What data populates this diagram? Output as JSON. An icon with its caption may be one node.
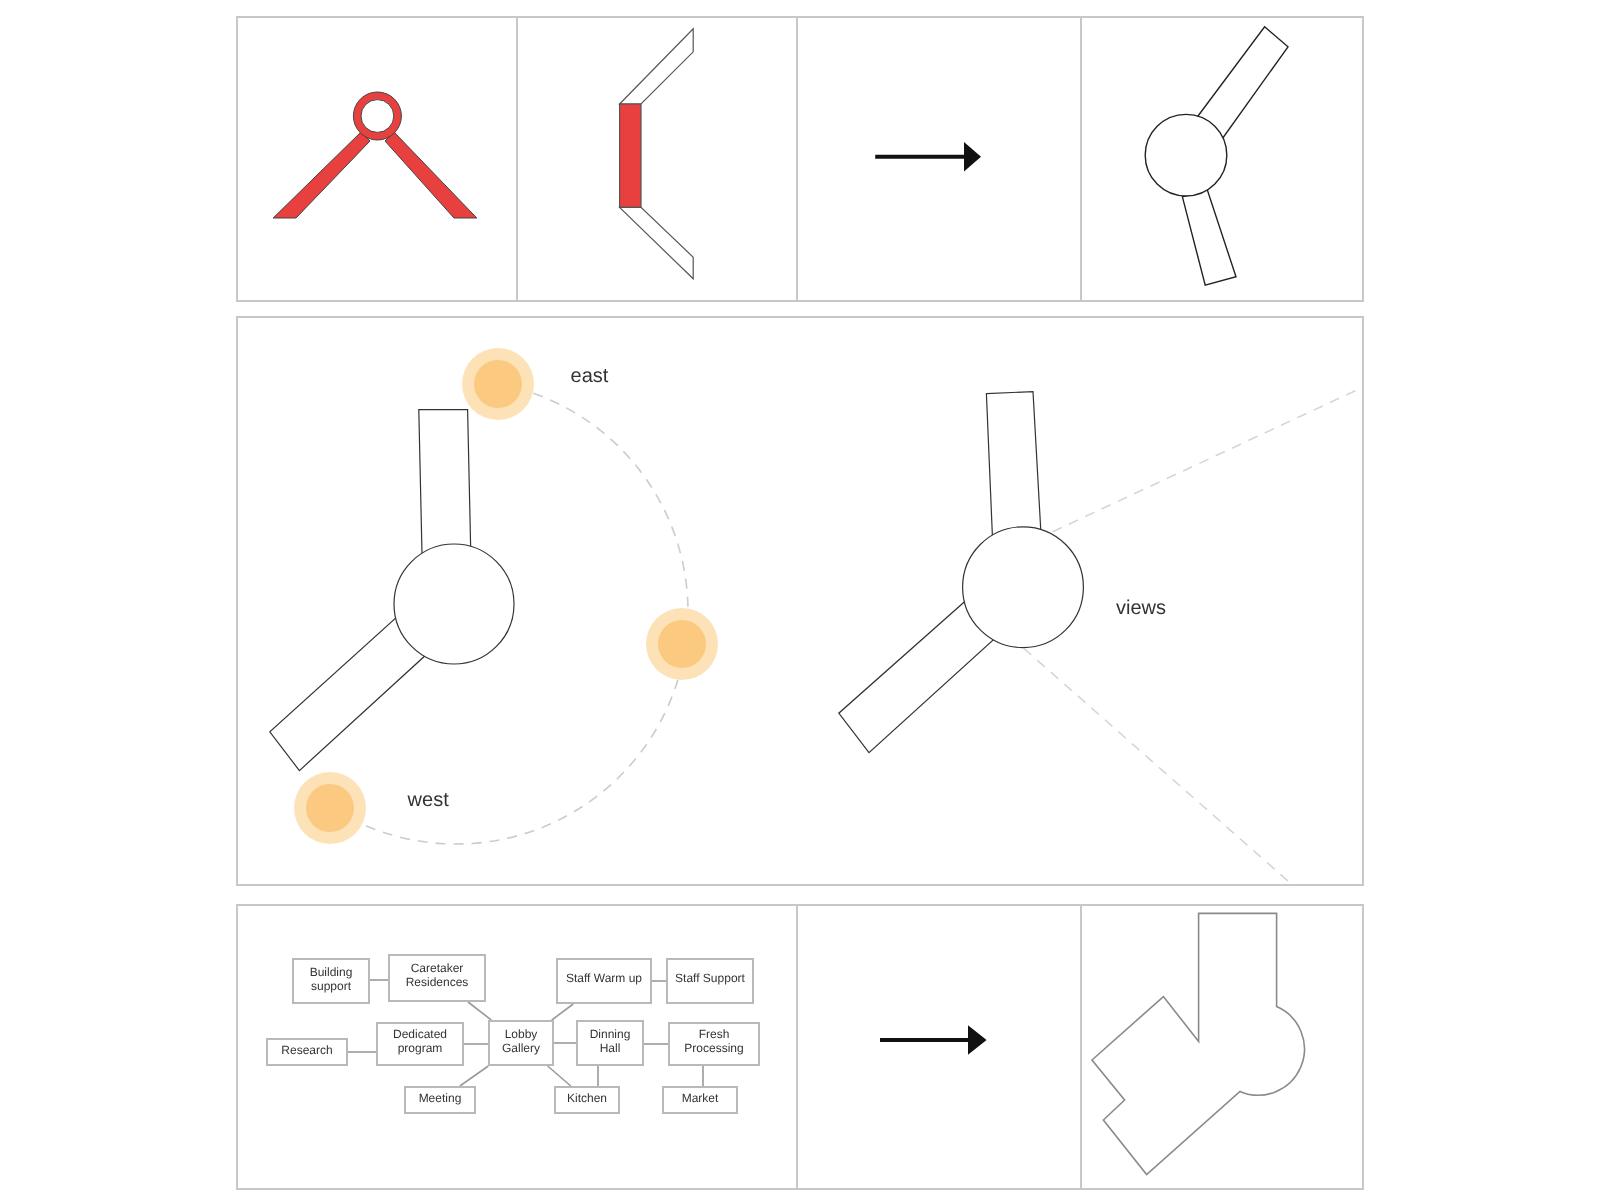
{
  "diagram": {
    "nodes": [
      {
        "text": [],
        "shape": "circle",
        "beside": [
          "east"
        ]
      },
      {
        "text": [],
        "shape": "circle"
      },
      {
        "text": [],
        "shape": "circle",
        "beside": [
          "west"
        ]
      },
      {
        "text": [
          "Building support"
        ]
      },
      {
        "text": [
          "Caretaker Residences"
        ]
      },
      {
        "text": [
          "Staff Warm up"
        ]
      },
      {
        "text": [
          "Staff Support"
        ]
      },
      {
        "text": [
          "Research"
        ]
      },
      {
        "text": [
          "Dedicated program"
        ]
      },
      {
        "text": [
          "Lobby Gallery"
        ]
      },
      {
        "text": [
          "Dinning Hall"
        ]
      },
      {
        "text": [
          "Fresh Processing"
        ]
      },
      {
        "text": [
          "Meeting"
        ]
      },
      {
        "text": [
          "Kitchen"
        ]
      },
      {
        "text": [
          "Market"
        ]
      }
    ],
    "edges": [
      {
        "from": 0,
        "to": 1,
        "arrow": "none",
        "style": "dashed",
        "color": "#cccccc"
      },
      {
        "from": 1,
        "to": 2,
        "arrow": "none",
        "style": "dashed",
        "color": "#cccccc"
      },
      {
        "from": 3,
        "to": 4,
        "arrow": "none"
      },
      {
        "from": 4,
        "to": 9,
        "arrow": "none"
      },
      {
        "from": 5,
        "to": 9,
        "arrow": "none"
      },
      {
        "from": 5,
        "to": 6,
        "arrow": "none"
      },
      {
        "from": 7,
        "to": 8,
        "arrow": "none"
      },
      {
        "from": 8,
        "to": 9,
        "arrow": "none"
      },
      {
        "from": 9,
        "to": 10,
        "arrow": "none"
      },
      {
        "from": 10,
        "to": 11,
        "arrow": "none"
      },
      {
        "from": 9,
        "to": 12,
        "arrow": "none"
      },
      {
        "from": 9,
        "to": 13,
        "arrow": "none"
      },
      {
        "from": 10,
        "to": 13,
        "arrow": "none"
      },
      {
        "from": 11,
        "to": 14,
        "arrow": "none"
      }
    ],
    "labels": [
      "views"
    ]
  }
}
